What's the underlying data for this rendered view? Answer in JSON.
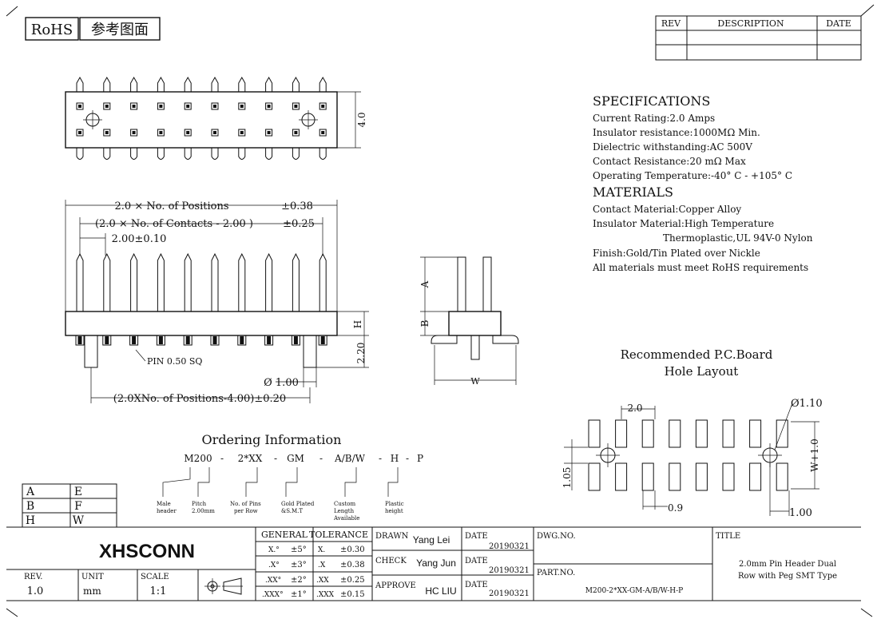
{
  "badge": {
    "rohs": "RoHS",
    "ref": "参考图面"
  },
  "rev_table": {
    "rev": "REV",
    "description": "DESCRIPTION",
    "date": "DATE"
  },
  "specs": {
    "heading": "SPECIFICATIONS",
    "lines": [
      "Current Rating:2.0 Amps",
      "Insulator resistance:1000MΩ  Min.",
      "Dielectric withstanding:AC 500V",
      "Contact Resistance:20 mΩ  Max",
      "Operating Temperature:-40° C - +105° C"
    ]
  },
  "materials": {
    "heading": "MATERIALS",
    "lines": [
      "Contact Material:Copper Alloy",
      "Insulator Material:High Temperature",
      "Thermoplastic,UL 94V-0 Nylon",
      "Finish:Gold/Tin Plated over Nickle",
      "All materials must meet RoHS requirements"
    ]
  },
  "dims": {
    "height": "4.0",
    "overall": "2.0 × No.  of  Positions",
    "overall_tol": "±0.38",
    "contacts": "(2.0 × No.  of  Contacts - 2.00 )",
    "contacts_tol": "±0.25",
    "pitch": "2.00±0.10",
    "h": "H",
    "h2": "2.20",
    "pin_note": "PIN 0.50 SQ",
    "peg_dia": "Ø 1.00",
    "peg_dist": "(2.0XNo. of  Positions-4.00)±0.20",
    "a": "A",
    "b": "B",
    "w": "W"
  },
  "pcb": {
    "title1": "Recommended P.C.Board",
    "title2": "Hole Layout",
    "hole_dia": "Ø1.10",
    "pitch": "2.0",
    "row": "1.05",
    "w": "W+1.0",
    "pad_w": "0.9",
    "pad_dist": "1.00"
  },
  "ordering": {
    "title": "Ordering Information",
    "code": [
      {
        "part": "M200",
        "sep": "-"
      },
      {
        "part": "2*XX",
        "sep": "-"
      },
      {
        "part": "GM",
        "sep": "-"
      },
      {
        "part": "A/B/W",
        "sep": "-"
      },
      {
        "part": "H",
        "sep": "-"
      },
      {
        "part": "P",
        "sep": ""
      }
    ],
    "notes": [
      {
        "l1": "Male",
        "l2": "header",
        "l3": ""
      },
      {
        "l1": "Pitch",
        "l2": "2.00mm",
        "l3": ""
      },
      {
        "l1": "No. of Pins",
        "l2": "per Row",
        "l3": ""
      },
      {
        "l1": "Gold Plated",
        "l2": "&S.M.T",
        "l3": ""
      },
      {
        "l1": "Custom",
        "l2": "Length",
        "l3": "Available"
      },
      {
        "l1": "Plastic",
        "l2": "height",
        "l3": ""
      }
    ]
  },
  "abh": {
    "rows": [
      {
        "k": "A",
        "v": "E"
      },
      {
        "k": "B",
        "v": "F"
      },
      {
        "k": "H",
        "v": "W"
      }
    ]
  },
  "title_block": {
    "company": "XHSCONN",
    "general": "GENERAL",
    "tolerance": "TOLERANCE",
    "tol_rows": [
      {
        "a": "X.°",
        "b": "±5°",
        "c": "X.",
        "d": "±0.30"
      },
      {
        "a": ".X°",
        "b": "±3°",
        "c": ".X",
        "d": "±0.38"
      },
      {
        "a": ".XX°",
        "b": "±2°",
        "c": ".XX",
        "d": "±0.25"
      },
      {
        "a": ".XXX°",
        "b": "±1°",
        "c": ".XXX",
        "d": "±0.15"
      }
    ],
    "drawn_label": "DRAWN",
    "drawn": "Yang Lei",
    "check_label": "CHECK",
    "check": "Yang Jun",
    "approve_label": "APPROVE",
    "approve": "HC LIU",
    "date_label": "DATE",
    "date": "20190321",
    "dwg_label": "DWG.NO.",
    "part_label": "PART.NO.",
    "part": "M200-2*XX-GM-A/B/W-H-P",
    "title_label": "TITLE",
    "title1": "2.0mm Pin Header Dual",
    "title2": "Row with Peg SMT Type",
    "rev_label": "REV.",
    "rev": "1.0",
    "unit_label": "UNIT",
    "unit": "mm",
    "scale_label": "SCALE",
    "scale": "1:1"
  }
}
